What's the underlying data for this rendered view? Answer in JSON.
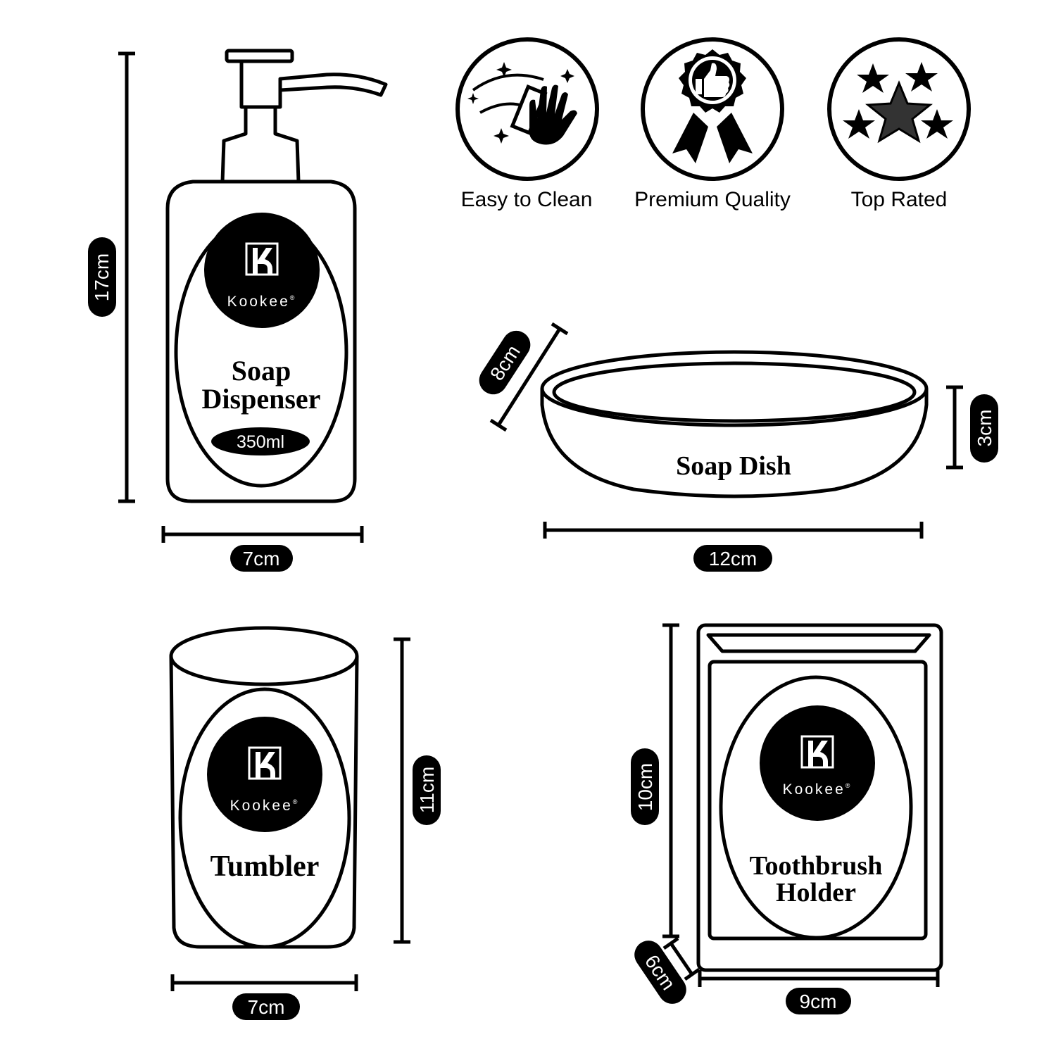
{
  "colors": {
    "ink": "#000000",
    "paper": "#ffffff"
  },
  "badges": [
    {
      "label": "Easy to Clean",
      "icon": "clean-hand-icon"
    },
    {
      "label": "Premium Quality",
      "icon": "premium-ribbon-icon"
    },
    {
      "label": "Top Rated",
      "icon": "five-stars-icon"
    }
  ],
  "brand": {
    "name": "Kookee",
    "mark": "®"
  },
  "products": {
    "soap_dispenser": {
      "line1": "Soap",
      "line2": "Dispenser",
      "volume": "350ml",
      "height": "17cm",
      "width": "7cm"
    },
    "soap_dish": {
      "label": "Soap Dish",
      "depth": "8cm",
      "height": "3cm",
      "width": "12cm"
    },
    "tumbler": {
      "label": "Tumbler",
      "height": "11cm",
      "width": "7cm"
    },
    "toothbrush_holder": {
      "line1": "Toothbrush",
      "line2": "Holder",
      "height": "10cm",
      "depth": "6cm",
      "width": "9cm"
    }
  }
}
